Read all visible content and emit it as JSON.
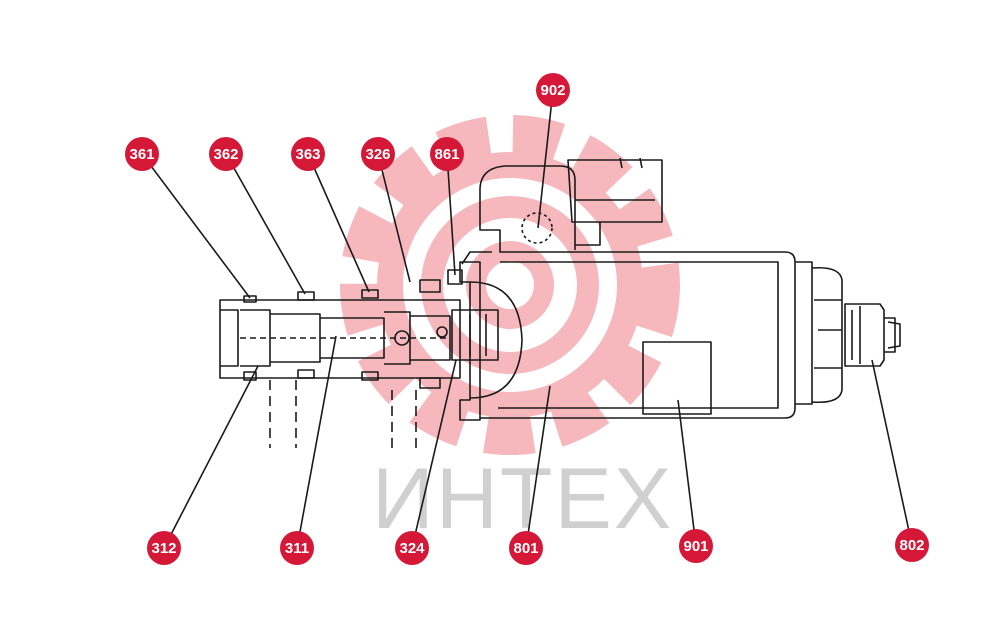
{
  "watermark": {
    "text": "ИНТЕХ",
    "gear_color": "#f6b8bd",
    "text_color": "#c8c8c8"
  },
  "colors": {
    "callout": "#d51837",
    "line": "#1a1a1a"
  },
  "callouts": [
    {
      "id": "c361",
      "label": "361"
    },
    {
      "id": "c362",
      "label": "362"
    },
    {
      "id": "c363",
      "label": "363"
    },
    {
      "id": "c326",
      "label": "326"
    },
    {
      "id": "c861",
      "label": "861"
    },
    {
      "id": "c902",
      "label": "902"
    },
    {
      "id": "c312",
      "label": "312"
    },
    {
      "id": "c311",
      "label": "311"
    },
    {
      "id": "c324",
      "label": "324"
    },
    {
      "id": "c801",
      "label": "801"
    },
    {
      "id": "c901",
      "label": "901"
    },
    {
      "id": "c802",
      "label": "802"
    }
  ]
}
